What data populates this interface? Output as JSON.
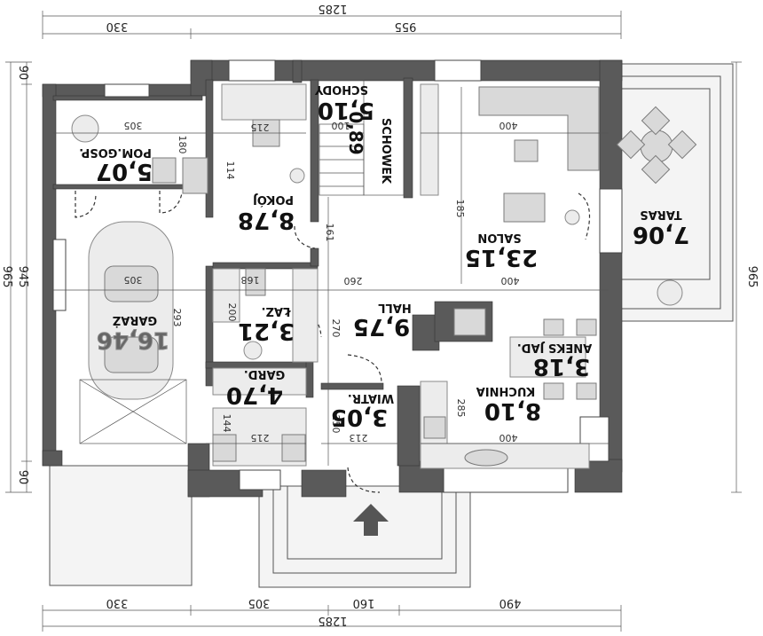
{
  "rooms": {
    "schody": {
      "name": "SCHODY",
      "area": "5,10"
    },
    "schowek": {
      "name": "SCHOWEK",
      "area": "0,89"
    },
    "pom_gosp": {
      "name": "POM.GOSP.",
      "area": "5,07"
    },
    "pokoj": {
      "name": "POKÓJ",
      "area": "8,78"
    },
    "salon": {
      "name": "SALON",
      "area": "23,15"
    },
    "taras": {
      "name": "TARAS",
      "area": "7,06"
    },
    "garaz": {
      "name": "GARAŻ",
      "area": "16,46"
    },
    "laz": {
      "name": "ŁAZ.",
      "area": "3,21"
    },
    "hall": {
      "name": "HALL",
      "area": "9,75"
    },
    "aneks": {
      "name": "ANEKS JAD.",
      "area": "3,18"
    },
    "gard": {
      "name": "GARD.",
      "area": "4,70"
    },
    "wiatr": {
      "name": "WIATR.",
      "area": "3,05"
    },
    "kuchnia": {
      "name": "KUCHNIA",
      "area": "8,10"
    }
  },
  "dims": {
    "top_total": "1285",
    "top_left": "330",
    "top_right": "955",
    "bottom_total": "1285",
    "bottom_a": "330",
    "bottom_b": "305",
    "bottom_c": "160",
    "bottom_d": "490",
    "left_total": "965",
    "left_mid": "945",
    "left_top": "90",
    "left_bottom": "90",
    "right_total": "965",
    "d305a": "305",
    "d180": "180",
    "d114": "114",
    "d215a": "215",
    "d100": "100",
    "d400a": "400",
    "d185": "185",
    "d161": "161",
    "d305b": "305",
    "d168": "168",
    "d260": "260",
    "d400b": "400",
    "d293": "293",
    "d200": "200",
    "d270": "270",
    "d144": "144",
    "d215b": "215",
    "d213": "213",
    "d250": "250",
    "d285": "285",
    "d400c": "400"
  }
}
